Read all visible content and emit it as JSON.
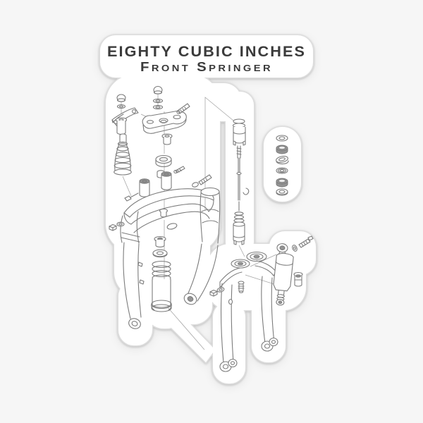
{
  "title": "EIGHTY CUBIC INCHES",
  "subtitle": "Front Springer",
  "colors": {
    "bg": "#f6f6f6",
    "sticker": "#ffffff",
    "edge": "#dddddd",
    "line": "#7c7c7c",
    "dark": "#949494",
    "text": "#3b3b3b"
  },
  "artwork": {
    "kind": "die-cut sticker with exploded parts line drawing",
    "parts": [
      "acorn-nut",
      "washer-stack",
      "steering-arm",
      "shoulder-bolt",
      "bellows-boot",
      "riser-clamp-plate",
      "threaded-stud",
      "stem-bushing",
      "bearing-ring",
      "spacer",
      "riser-posts",
      "triple-tree-crown",
      "fork-leg-left",
      "fork-leg-right",
      "hex-bolts",
      "spring-cup",
      "cup-washer",
      "coil-spring",
      "spring-tube",
      "retainer-clip",
      "damper-rod",
      "rod-canister",
      "rocker-assembly",
      "rear-legs",
      "shock-absorber",
      "mounting-bolt",
      "bushing",
      "washer-column"
    ]
  }
}
